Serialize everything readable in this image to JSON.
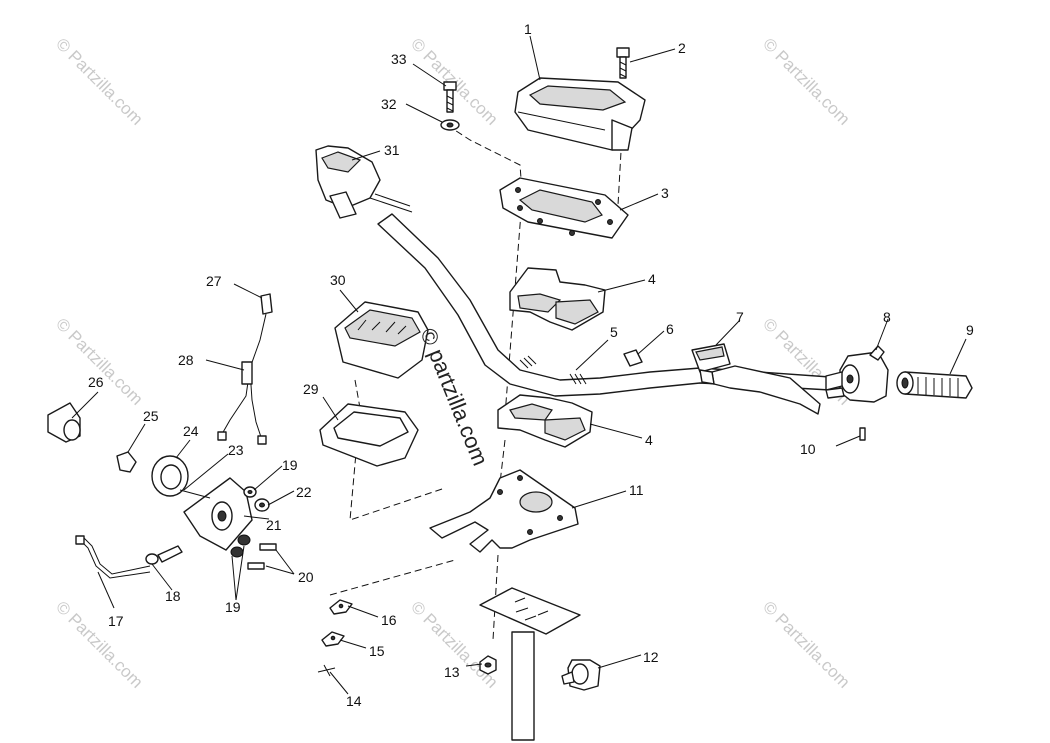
{
  "watermark": "© Partzilla.com",
  "center_watermark": "© partzilla.com",
  "callouts": {
    "c1": "1",
    "c2": "2",
    "c3": "3",
    "c4a": "4",
    "c4b": "4",
    "c5": "5",
    "c6": "6",
    "c7": "7",
    "c8": "8",
    "c9": "9",
    "c10": "10",
    "c11": "11",
    "c12": "12",
    "c13": "13",
    "c14": "14",
    "c15": "15",
    "c16": "16",
    "c17": "17",
    "c18": "18",
    "c19a": "19",
    "c19b": "19",
    "c20": "20",
    "c21": "21",
    "c22": "22",
    "c23": "23",
    "c24": "24",
    "c25": "25",
    "c26": "26",
    "c27": "27",
    "c28": "28",
    "c29": "29",
    "c30": "30",
    "c31": "31",
    "c32": "32",
    "c33": "33"
  }
}
